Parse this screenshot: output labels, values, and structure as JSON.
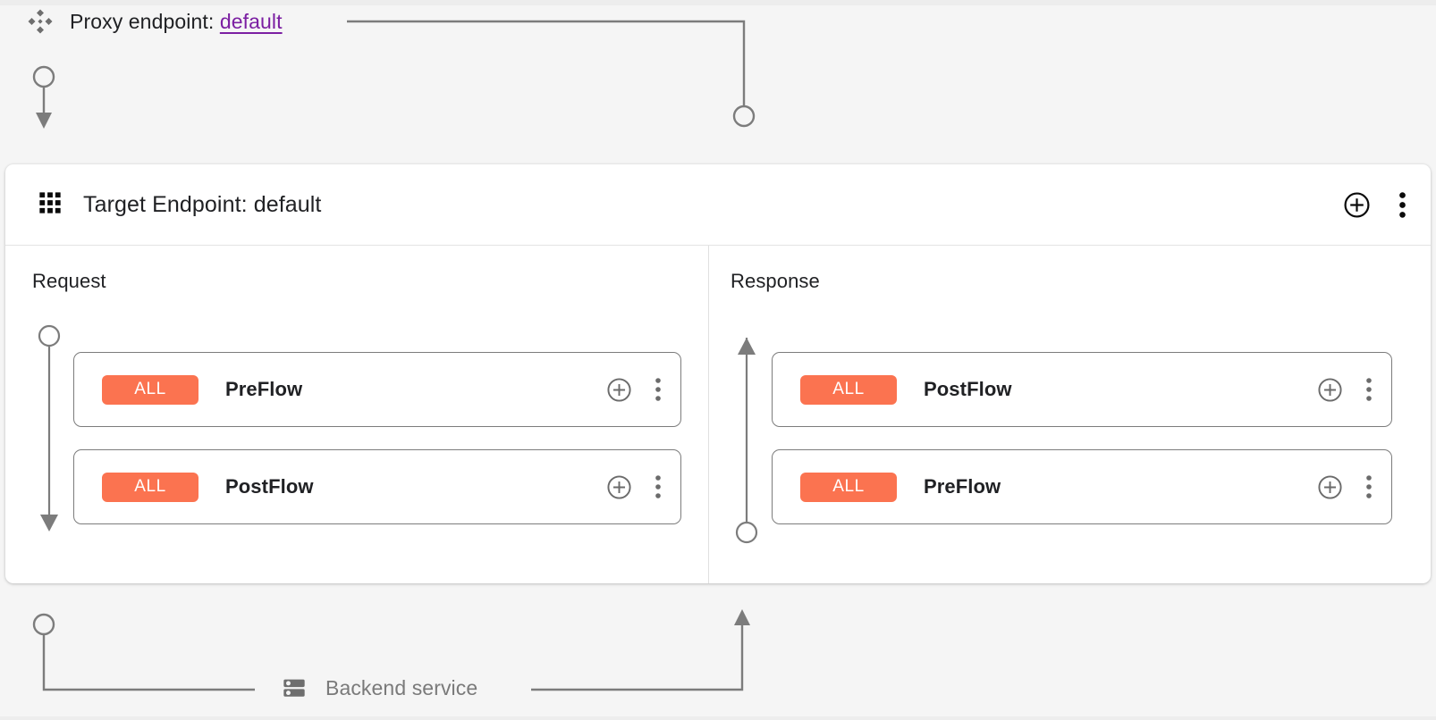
{
  "proxy_header": {
    "icon": "apigee-diamond-icon",
    "label": "Proxy endpoint:",
    "endpoint_name": "default",
    "link_color": "#7b1fa2"
  },
  "endpoint_panel": {
    "icon": "apps-grid-icon",
    "title": "Target Endpoint: default",
    "actions": {
      "add_label": "add-circle-icon",
      "menu_label": "more-vert-icon"
    },
    "columns": [
      {
        "title": "Request",
        "direction": "down",
        "flows": [
          {
            "badge": "ALL",
            "name": "PreFlow"
          },
          {
            "badge": "ALL",
            "name": "PostFlow"
          }
        ]
      },
      {
        "title": "Response",
        "direction": "up",
        "flows": [
          {
            "badge": "ALL",
            "name": "PostFlow"
          },
          {
            "badge": "ALL",
            "name": "PreFlow"
          }
        ]
      }
    ]
  },
  "backend": {
    "icon": "server-icon",
    "label": "Backend service"
  },
  "colors": {
    "badge_orange": "#fb7350",
    "connector_gray": "#7c7c7c",
    "canvas_bg": "#f5f5f5",
    "panel_bg": "#ffffff"
  }
}
